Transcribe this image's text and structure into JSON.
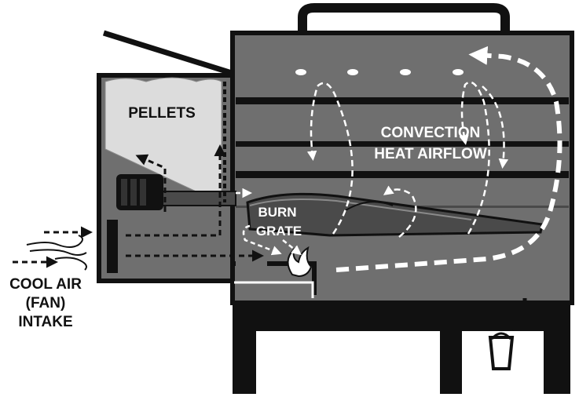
{
  "labels": {
    "pellets": "PELLETS",
    "convection_line1": "CONVECTION",
    "convection_line2": "HEAT AIRFLOW",
    "burn_line1": "BURN",
    "burn_line2": "GRATE",
    "intake_line1": "COOL AIR",
    "intake_line2": "(FAN)",
    "intake_line3": "INTAKE"
  },
  "colors": {
    "body": "#6f6f6f",
    "body_dark": "#4a4a4a",
    "outline": "#111111",
    "pellets": "#dcdcdc",
    "airflow": "#ffffff"
  }
}
